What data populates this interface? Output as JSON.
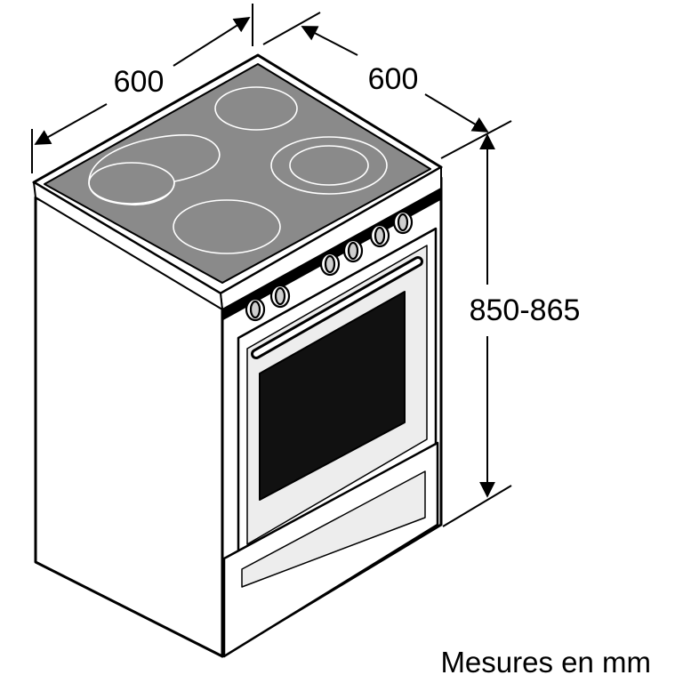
{
  "dimensions": {
    "width": "600",
    "depth": "600",
    "height": "850-865"
  },
  "caption": "Mesures en mm",
  "colors": {
    "line": "#000000",
    "body": "#ffffff",
    "hob": "#8a8a8a",
    "oven_window": "#111111",
    "door": "#ededed"
  }
}
